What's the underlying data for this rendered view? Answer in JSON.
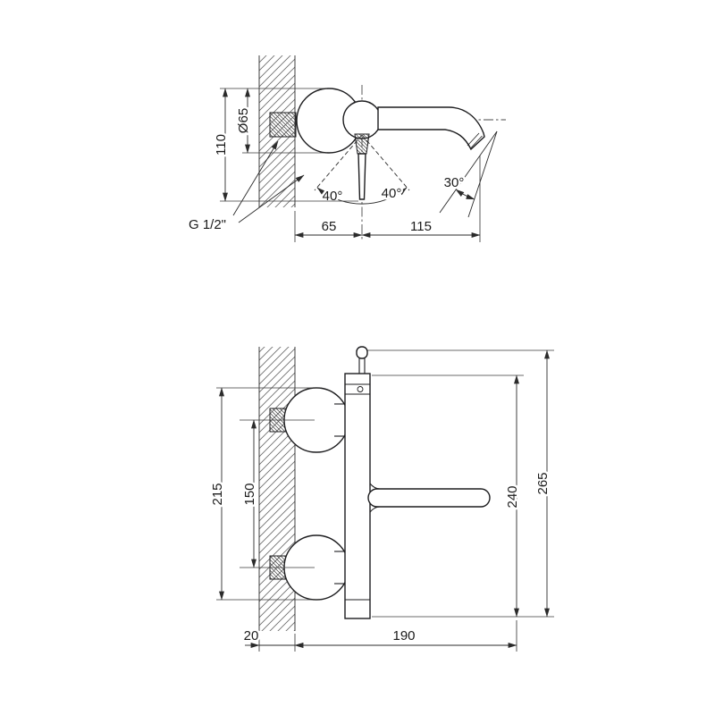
{
  "side_view": {
    "dim_110": "110",
    "dim_diameter": "Ø65",
    "thread_label": "G 1/2\"",
    "angle_left": "40°",
    "angle_right": "40°",
    "angle_spout": "30°",
    "dim_65": "65",
    "dim_115": "115"
  },
  "front_view": {
    "dim_215": "215",
    "dim_150": "150",
    "dim_240": "240",
    "dim_265": "265",
    "dim_20": "20",
    "dim_190": "190"
  },
  "colors": {
    "line": "#1d1d1f",
    "background": "#ffffff"
  }
}
